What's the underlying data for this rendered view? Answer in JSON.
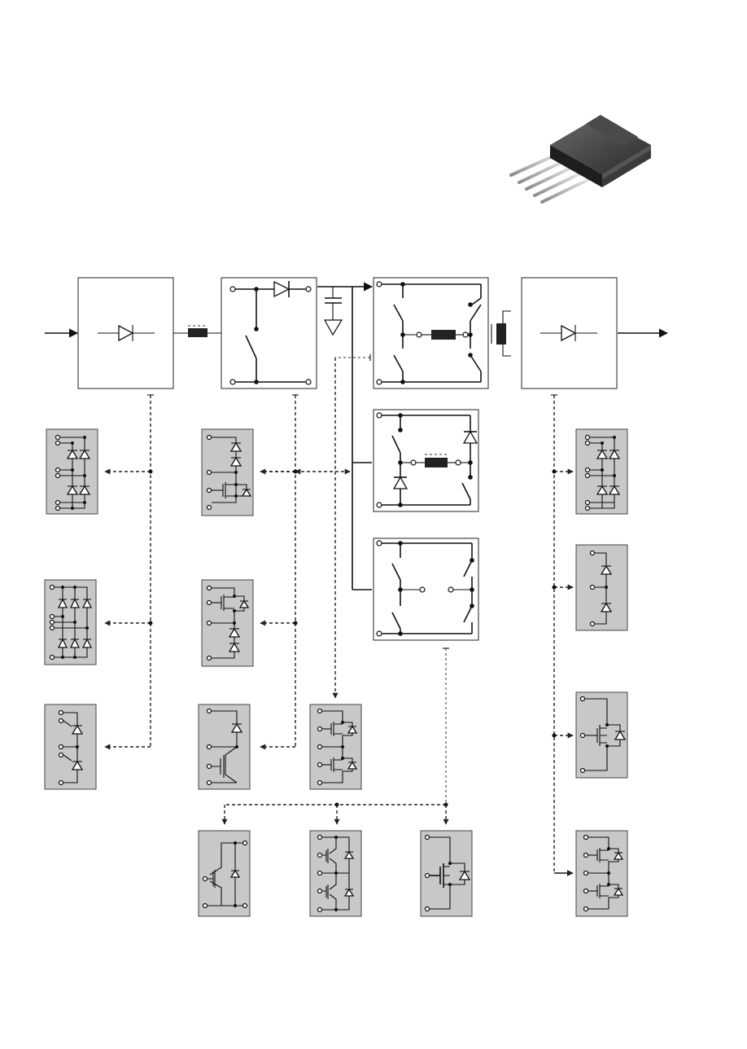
{
  "product": {
    "image_icon": "to-247-plus-5-lead-package-icon"
  },
  "blocks": [
    {
      "id": "rectifier",
      "icon": "diode-icon"
    },
    {
      "id": "pfc-boost",
      "icon": "boost-converter-icon"
    },
    {
      "id": "dc-link",
      "icon": "capacitor-icon"
    },
    {
      "id": "full-bridge",
      "icon": "h-bridge-icon"
    },
    {
      "id": "two-switch-forward",
      "icon": "forward-converter-icon"
    },
    {
      "id": "half-bridge",
      "icon": "half-bridge-icon"
    },
    {
      "id": "transformer",
      "icon": "transformer-icon"
    },
    {
      "id": "output-rectifier",
      "icon": "diode-icon"
    }
  ],
  "modules": [
    {
      "id": "rect-single-phase-bridge",
      "icon": "diode-bridge-icon"
    },
    {
      "id": "rect-three-phase-bridge",
      "icon": "three-phase-bridge-icon"
    },
    {
      "id": "rect-thyristor-pair",
      "icon": "thyristor-icon"
    },
    {
      "id": "pfc-diode-mosfet",
      "icon": "mosfet-diode-icon"
    },
    {
      "id": "pfc-mosfet-diode",
      "icon": "mosfet-diode-icon"
    },
    {
      "id": "pfc-igbt-diode",
      "icon": "igbt-diode-icon"
    },
    {
      "id": "bridge-mosfet-phaseleg",
      "icon": "mosfet-phaseleg-icon"
    },
    {
      "id": "bridge-single-igbt",
      "icon": "igbt-icon"
    },
    {
      "id": "bridge-igbt-phaseleg",
      "icon": "igbt-phaseleg-icon"
    },
    {
      "id": "bridge-single-mosfet",
      "icon": "mosfet-icon"
    },
    {
      "id": "out-diode-bridge",
      "icon": "diode-bridge-icon"
    },
    {
      "id": "out-series-diodes",
      "icon": "series-diode-icon"
    },
    {
      "id": "out-mosfet",
      "icon": "mosfet-icon"
    },
    {
      "id": "out-mosfet-phaseleg",
      "icon": "mosfet-phaseleg-icon"
    }
  ]
}
